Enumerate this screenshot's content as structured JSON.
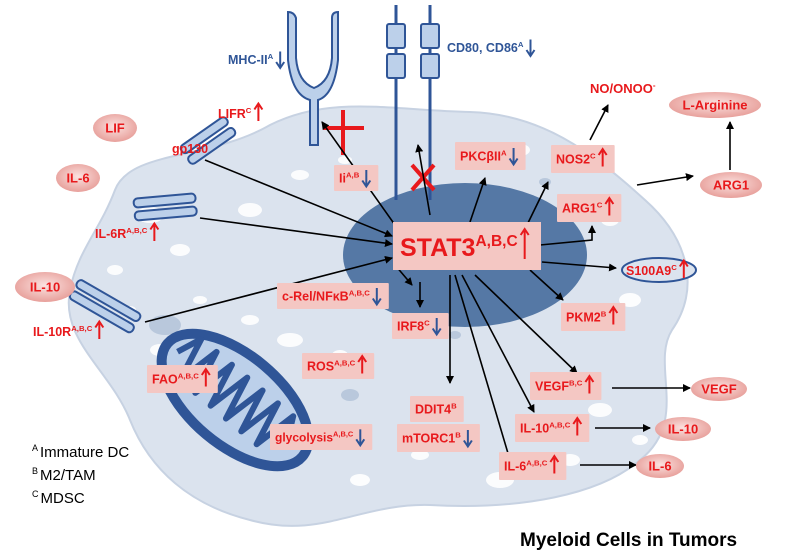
{
  "title": "Myeloid Cells in Tumors",
  "colors": {
    "red": "#e8191c",
    "blue": "#2f5597",
    "box": "#f4c7c3",
    "cell": "#dbe3ee",
    "nucleus": "#4a6f9e",
    "mito": "#2f5597"
  },
  "hub": {
    "name": "STAT3",
    "sup": "A,B,C"
  },
  "ligands": [
    {
      "id": "lif",
      "text": "LIF"
    },
    {
      "id": "il6",
      "text": "IL-6"
    },
    {
      "id": "il10",
      "text": "IL-10"
    }
  ],
  "receptors": [
    {
      "id": "lifr",
      "text": "LIFR",
      "sup": "C",
      "arrow": "up"
    },
    {
      "id": "gp130",
      "text": "gp130",
      "sup": "",
      "arrow": ""
    },
    {
      "id": "il6r",
      "text": "IL-6R",
      "sup": "A,B,C",
      "arrow": "up"
    },
    {
      "id": "il10r",
      "text": "IL-10R",
      "sup": "A,B,C",
      "arrow": "up"
    },
    {
      "id": "mhc",
      "text": "MHC-II",
      "sup": "A",
      "arrow": "down"
    },
    {
      "id": "cd80",
      "text": "CD80, CD86",
      "sup": "A",
      "arrow": "down"
    }
  ],
  "boxes": [
    {
      "id": "ii",
      "text": "Ii",
      "sup": "A,B",
      "arrow": "down"
    },
    {
      "id": "pkc",
      "text": "PKCβII",
      "sup": "A",
      "arrow": "down"
    },
    {
      "id": "nos2",
      "text": "NOS2",
      "sup": "C",
      "arrow": "up"
    },
    {
      "id": "arg1c",
      "text": "ARG1",
      "sup": "C",
      "arrow": "up"
    },
    {
      "id": "crel",
      "text": "c-Rel/NFκB",
      "sup": "A,B,C",
      "arrow": "down"
    },
    {
      "id": "irf8",
      "text": "IRF8",
      "sup": "C",
      "arrow": "down"
    },
    {
      "id": "pkm2",
      "text": "PKM2",
      "sup": "B",
      "arrow": "up"
    },
    {
      "id": "fao",
      "text": "FAO",
      "sup": "A,B,C",
      "arrow": "up"
    },
    {
      "id": "ros",
      "text": "ROS",
      "sup": "A,B,C",
      "arrow": "up"
    },
    {
      "id": "ddit4",
      "text": "DDIT4",
      "sup": "B",
      "arrow": ""
    },
    {
      "id": "mtorc1",
      "text": "mTORC1",
      "sup": "B",
      "arrow": "down"
    },
    {
      "id": "glyc",
      "text": "glycolysis",
      "sup": "A,B,C",
      "arrow": "down"
    },
    {
      "id": "vegfin",
      "text": "VEGF",
      "sup": "B,C",
      "arrow": "up"
    },
    {
      "id": "il10in",
      "text": "IL-10",
      "sup": "A,B,C",
      "arrow": "up"
    },
    {
      "id": "il6in",
      "text": "IL-6",
      "sup": "A,B,C",
      "arrow": "up"
    }
  ],
  "s100": {
    "text": "S100A9",
    "sup": "C",
    "arrow": "up"
  },
  "products": [
    {
      "id": "no",
      "text": "NO/ONOO",
      "sup": "-"
    },
    {
      "id": "larg",
      "text": "L-Arginine",
      "sup": ""
    },
    {
      "id": "arg1",
      "text": "ARG1",
      "sup": ""
    },
    {
      "id": "vegf",
      "text": "VEGF",
      "sup": ""
    },
    {
      "id": "il10",
      "text": "IL-10",
      "sup": ""
    },
    {
      "id": "il6",
      "text": "IL-6",
      "sup": ""
    }
  ],
  "legend": [
    {
      "mark": "A",
      "text": "Immature DC"
    },
    {
      "mark": "B",
      "text": "M2/TAM"
    },
    {
      "mark": "C",
      "text": "MDSC"
    }
  ]
}
